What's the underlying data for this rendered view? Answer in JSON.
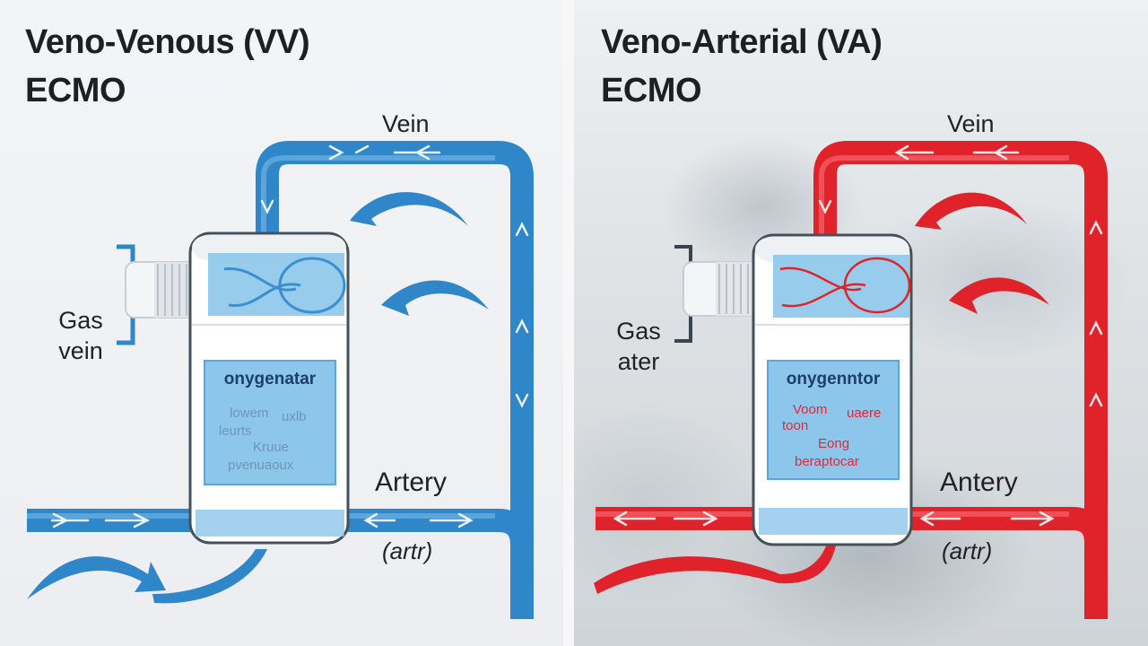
{
  "colors": {
    "vv_accent": "#2f86c8",
    "va_accent": "#e0232b",
    "oxygenator_screen": "#8cc6ea",
    "oxygenator_body": "#ffffff"
  },
  "vv": {
    "title_line1": "Veno-Venous (VV)",
    "title_line2": "ECMO",
    "label_vein": "Vein",
    "label_gas_line1": "Gas",
    "label_gas_line2": "vein",
    "label_artery": "Artery",
    "label_artery_sub": "(artr)",
    "oxygenator": {
      "title": "onygenatar",
      "line1a": "lowem",
      "line1b": "uxlb",
      "line2": "leurts",
      "line3": "Kruue",
      "line4": "pvenuaoux"
    }
  },
  "va": {
    "title_line1": "Veno-Arterial (VA)",
    "title_line2": "ECMO",
    "label_vein": "Vein",
    "label_gas_line1": "Gas",
    "label_gas_line2": "ater",
    "label_artery": "Antery",
    "label_artery_sub": "(artr)",
    "oxygenator": {
      "title": "onygenntor",
      "line1a": "Voom",
      "line1b": "uaere",
      "line2": "toon",
      "line3": "Eong",
      "line4": "beraptocar"
    }
  },
  "icons": {
    "flow_arrow": "curved-flow-arrow-icon",
    "direction_chevron": "direction-chevron-icon",
    "gas_connector": "gas-connector-icon",
    "oxygenator": "oxygenator-icon"
  }
}
